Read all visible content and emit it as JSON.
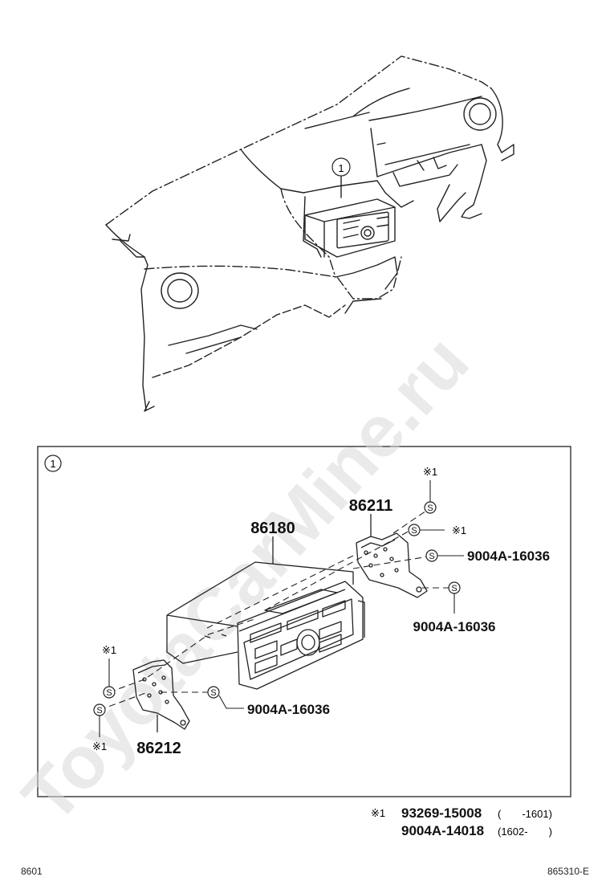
{
  "watermark": "ToyotaCarMine.ru",
  "callout": "1",
  "parts": {
    "radio": "86180",
    "bracket_right": "86211",
    "bracket_left": "86212",
    "screw_right_top": "9004A-16036",
    "screw_right_bottom": "9004A-16036",
    "screw_left": "9004A-16036"
  },
  "note_mark": "※1",
  "footnote": {
    "mark": "※1",
    "line1_part": "93269-15008",
    "line1_range": "(　　-1601)",
    "line2_part": "9004A-14018",
    "line2_range": "(1602-　　)"
  },
  "sheet": {
    "left": "8601",
    "right": "865310-E"
  }
}
